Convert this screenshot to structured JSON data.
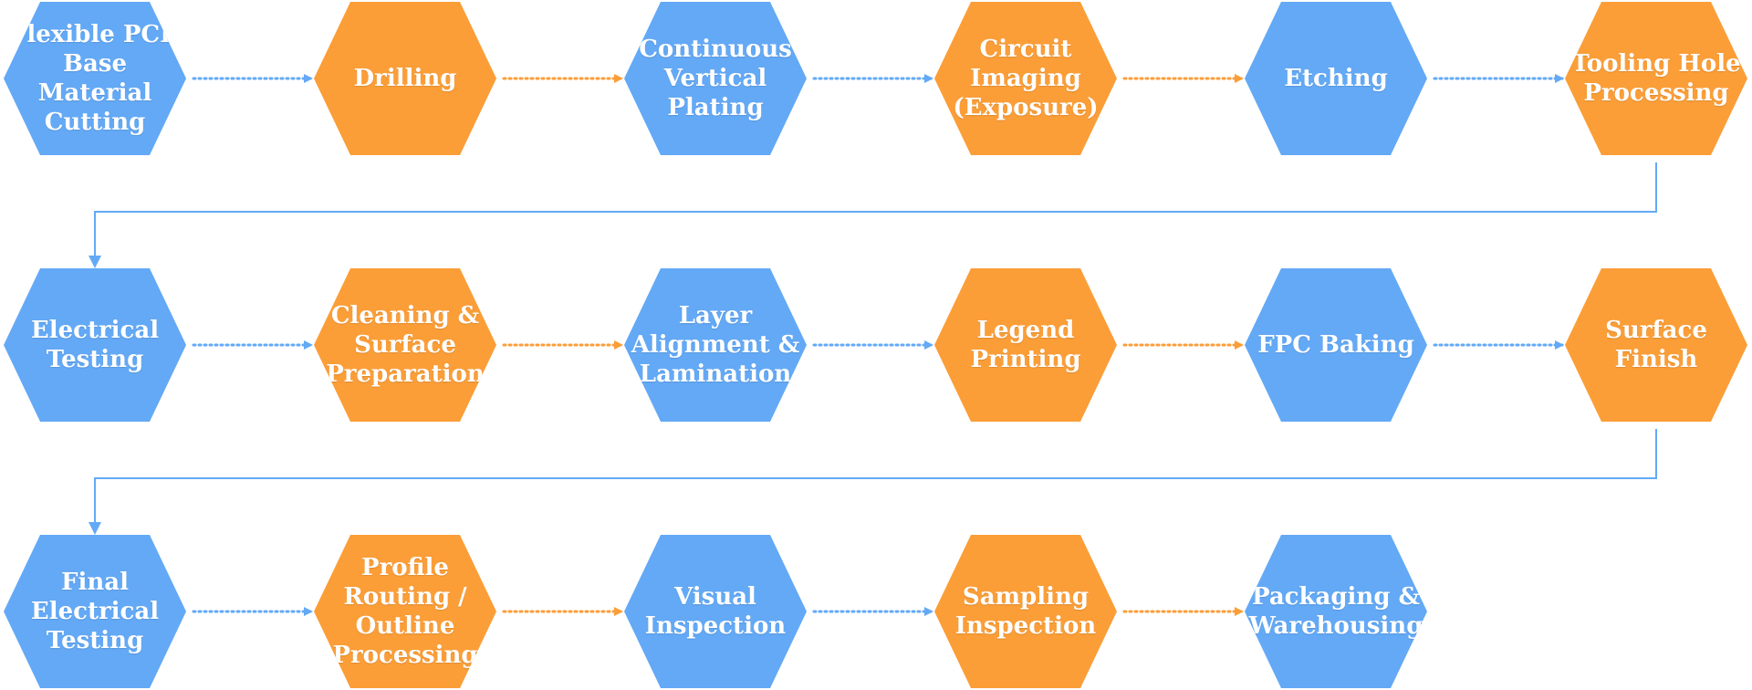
{
  "colors": {
    "blue": "#63a9f6",
    "orange": "#fb9e38"
  },
  "rows": [
    {
      "steps": [
        {
          "label": "Flexible PCB\nBase\nMaterial\nCutting",
          "color": "blue"
        },
        {
          "label": "Drilling",
          "color": "orange"
        },
        {
          "label": "Continuous\nVertical\nPlating",
          "color": "blue"
        },
        {
          "label": "Circuit\nImaging\n(Exposure)",
          "color": "orange"
        },
        {
          "label": "Etching",
          "color": "blue"
        },
        {
          "label": "Tooling Hole\nProcessing",
          "color": "orange"
        }
      ]
    },
    {
      "steps": [
        {
          "label": "Electrical\nTesting",
          "color": "blue"
        },
        {
          "label": "Cleaning &\nSurface\nPreparation",
          "color": "orange"
        },
        {
          "label": "Layer\nAlignment &\nLamination",
          "color": "blue"
        },
        {
          "label": "Legend\nPrinting",
          "color": "orange"
        },
        {
          "label": "FPC Baking",
          "color": "blue"
        },
        {
          "label": "Surface\nFinish",
          "color": "orange"
        }
      ]
    },
    {
      "steps": [
        {
          "label": "Final\nElectrical\nTesting",
          "color": "blue"
        },
        {
          "label": "Profile\nRouting /\nOutline\nProcessing",
          "color": "orange"
        },
        {
          "label": "Visual\nInspection",
          "color": "blue"
        },
        {
          "label": "Sampling\nInspection",
          "color": "orange"
        },
        {
          "label": "Packaging &\nWarehousing",
          "color": "blue"
        }
      ]
    }
  ]
}
